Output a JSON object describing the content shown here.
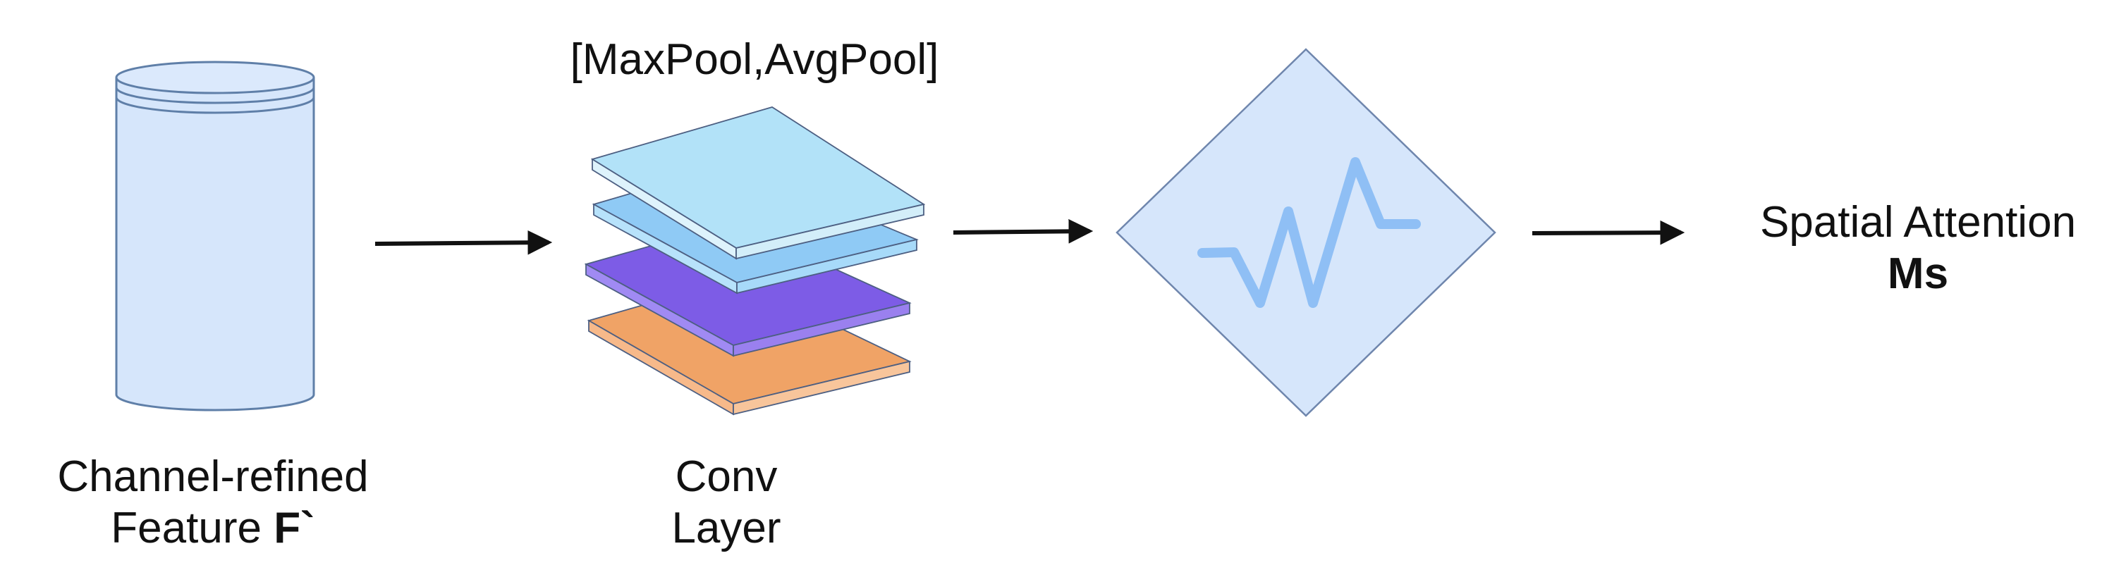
{
  "input": {
    "line1": "Channel-refined",
    "line2_prefix": "Feature ",
    "line2_symbol": "F`"
  },
  "conv": {
    "top_label": "[MaxPool,AvgPool]",
    "line1": "Conv",
    "line2": "Layer"
  },
  "output": {
    "line1": "Spatial Attention",
    "line2": "Ms"
  },
  "colors": {
    "cylinder_fill": "#d6e6fb",
    "cylinder_stroke": "#5f7fa8",
    "layer_light_blue": "#b2e2f8",
    "layer_mid_blue": "#8fcaf5",
    "layer_purple": "#7d5ce6",
    "layer_orange": "#f0a366",
    "diamond_fill": "#d6e6fb",
    "diamond_stroke": "#6f86ad",
    "wave_stroke": "#8fbff5",
    "arrow": "#111111"
  },
  "icons": {
    "input": "cylinder-icon",
    "conv": "stacked-layers-icon",
    "activation": "diamond-wave-icon"
  }
}
